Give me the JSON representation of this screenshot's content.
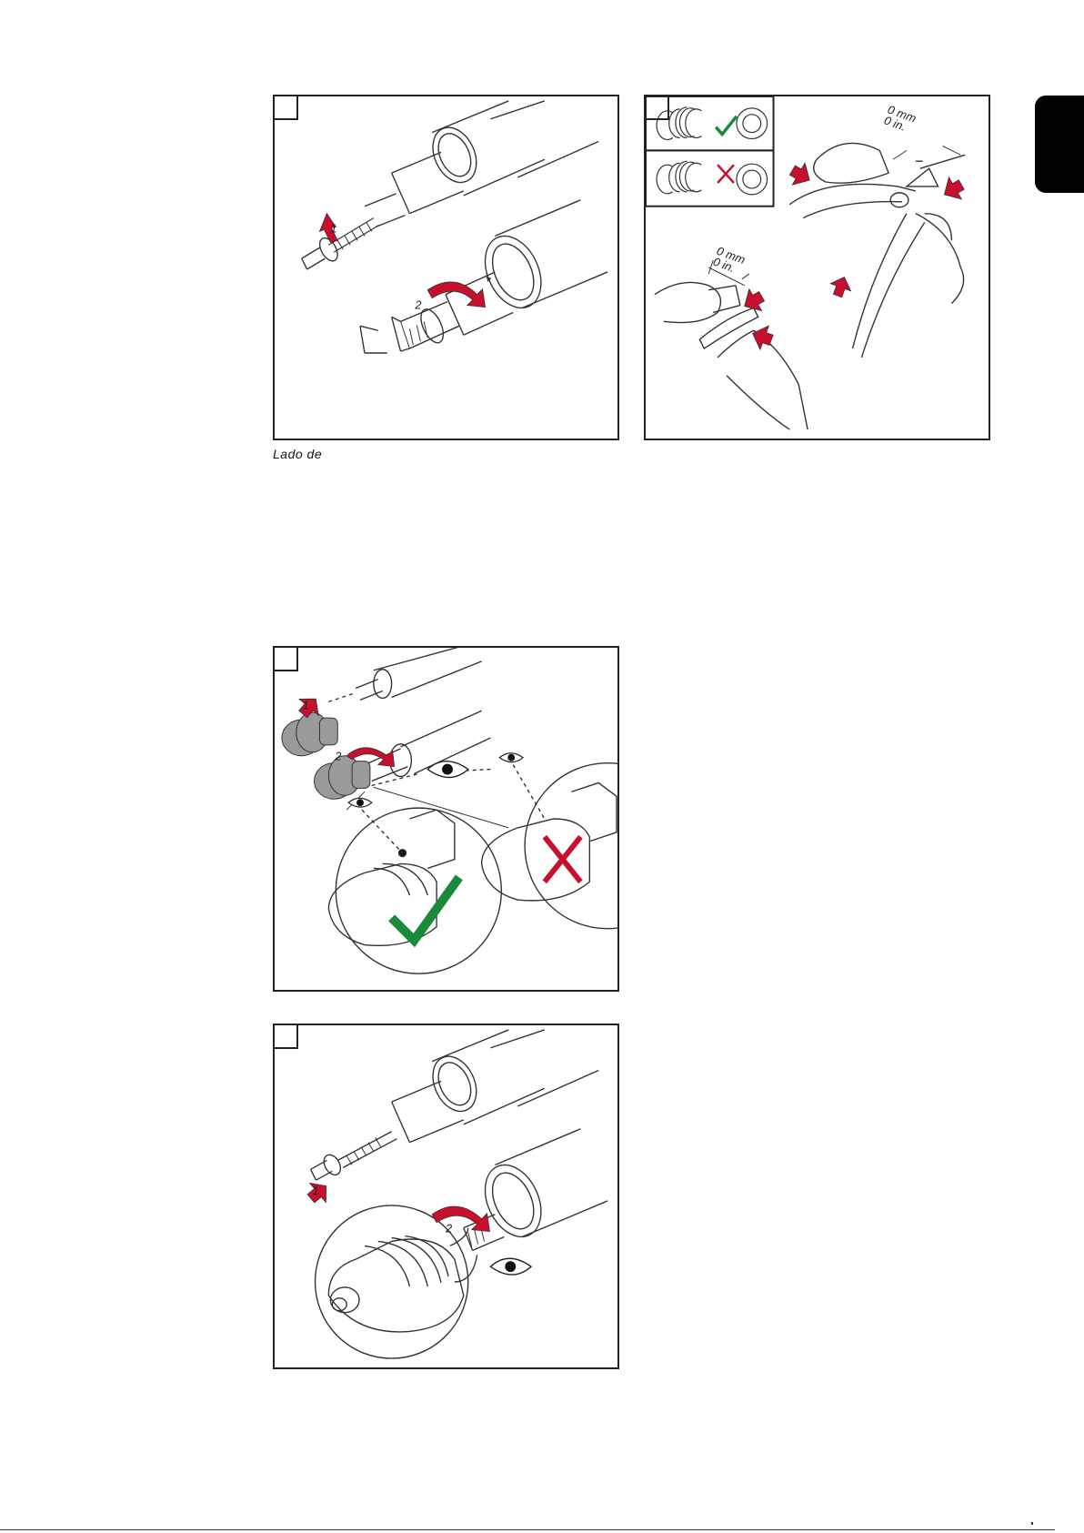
{
  "caption": "Lado de",
  "figures": {
    "fig2": {
      "dim_mm": "0 mm",
      "dim_in": "0 in."
    },
    "fig2_lower": {
      "dim_mm": "0 mm",
      "dim_in": "0 in."
    }
  },
  "step_numbers": {
    "n1": "1",
    "n2": "2"
  },
  "icons": [
    "check-icon",
    "cross-icon",
    "eye-icon",
    "red-arrow-icon",
    "rotate-arrow-icon"
  ],
  "colors": {
    "accent_red": "#c8102e",
    "accent_green": "#1a8a3a",
    "tab_black": "#000000"
  }
}
